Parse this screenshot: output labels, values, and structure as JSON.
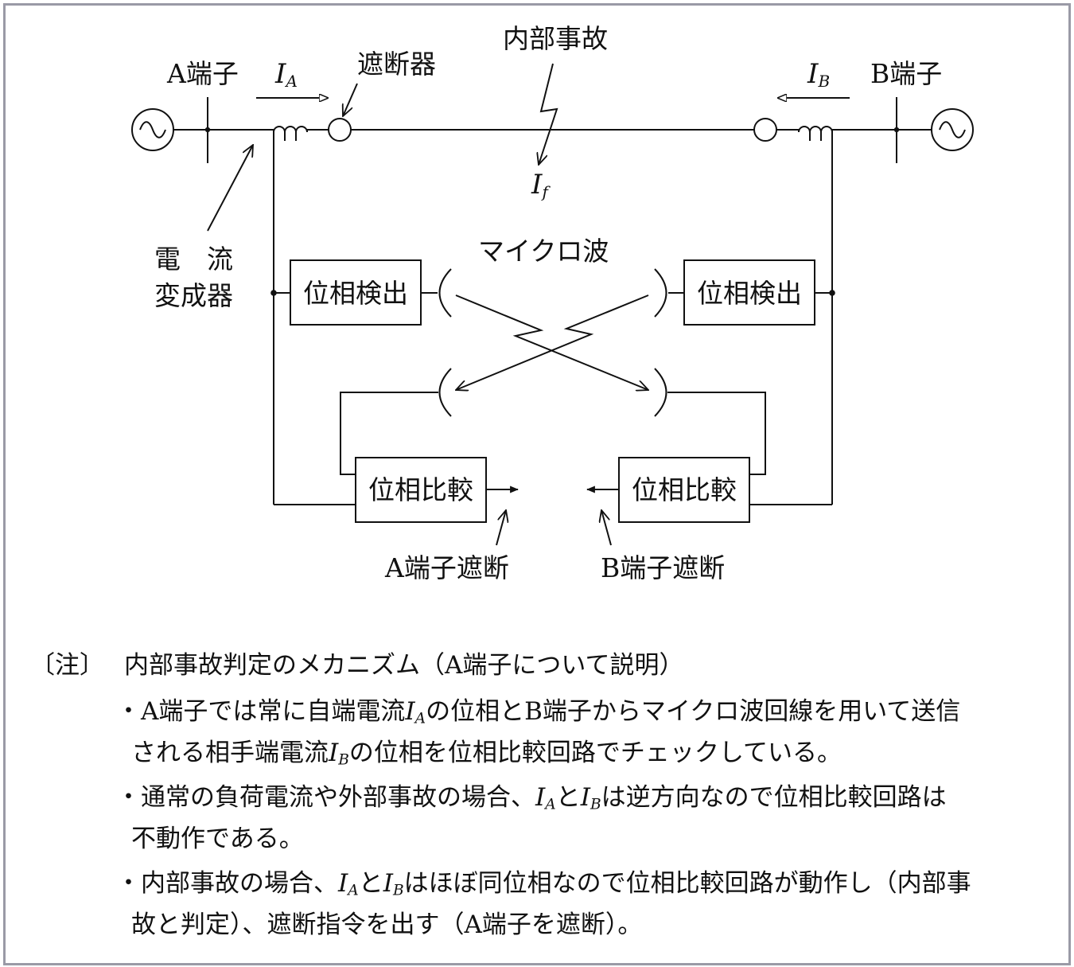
{
  "diagram": {
    "terminal_a": "A端子",
    "terminal_b": "B端子",
    "current_a": {
      "symbol": "I",
      "sub": "A"
    },
    "current_b": {
      "symbol": "I",
      "sub": "B"
    },
    "current_f": {
      "symbol": "I",
      "sub": "f"
    },
    "breaker": "遮断器",
    "internal_fault": "内部事故",
    "ct_label_line1": "電　流",
    "ct_label_line2": "変成器",
    "microwave": "マイクロ波",
    "phase_detect_a": "位相検出",
    "phase_detect_b": "位相検出",
    "phase_compare_a": "位相比較",
    "phase_compare_b": "位相比較",
    "trip_a": "A端子遮断",
    "trip_b": "B端子遮断"
  },
  "notes": {
    "mark": "〔注〕",
    "title": "内部事故判定のメカニズム（A端子について説明）",
    "b1_l1_a": "・A端子では常に自端電流",
    "b1_l1_var": "I",
    "b1_l1_sub": "A",
    "b1_l1_b": "の位相とB端子からマイクロ波回線を用いて送信",
    "b1_l2_a": "される相手端電流",
    "b1_l2_var": "I",
    "b1_l2_sub": "B",
    "b1_l2_b": "の位相を位相比較回路でチェックしている。",
    "b2_l1_a": "・通常の負荷電流や外部事故の場合、",
    "b2_var1": "I",
    "b2_sub1": "A",
    "b2_and": "と",
    "b2_var2": "I",
    "b2_sub2": "B",
    "b2_l1_b": "は逆方向なので位相比較回路は",
    "b2_l2": "不動作である。",
    "b3_l1_a": "・内部事故の場合、",
    "b3_var1": "I",
    "b3_sub1": "A",
    "b3_and": "と",
    "b3_var2": "I",
    "b3_sub2": "B",
    "b3_l1_b": "はほぼ同位相なので位相比較回路が動作し（内部事",
    "b3_l2": "故と判定）、遮断指令を出す（A端子を遮断）。"
  }
}
